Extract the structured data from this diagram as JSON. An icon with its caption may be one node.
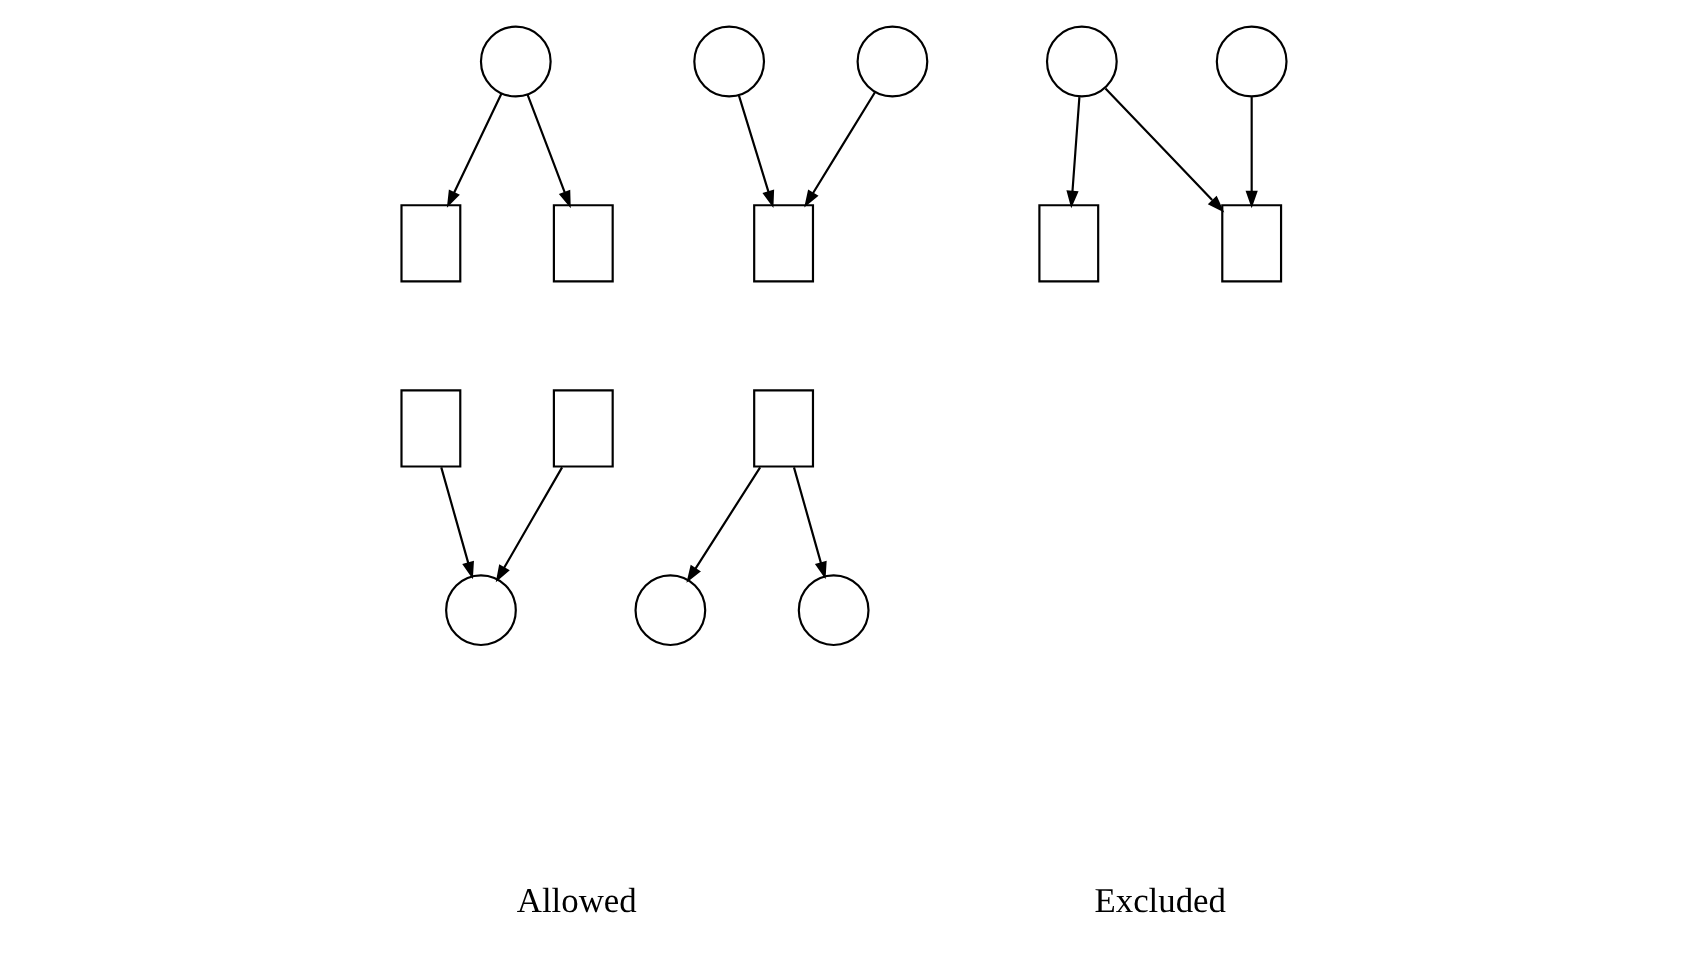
{
  "diagram": {
    "nodes": [
      {
        "text": [],
        "shape": "circle"
      },
      {
        "text": [],
        "shape": "box"
      },
      {
        "text": [],
        "shape": "box"
      },
      {
        "text": [],
        "shape": "circle"
      },
      {
        "text": [],
        "shape": "circle"
      },
      {
        "text": [],
        "shape": "box"
      },
      {
        "text": [],
        "shape": "box"
      },
      {
        "text": [],
        "shape": "box"
      },
      {
        "text": [],
        "shape": "circle"
      },
      {
        "text": [],
        "shape": "box"
      },
      {
        "text": [],
        "shape": "circle"
      },
      {
        "text": [],
        "shape": "circle"
      },
      {
        "text": [],
        "shape": "circle"
      },
      {
        "text": [],
        "shape": "circle"
      },
      {
        "text": [],
        "shape": "box"
      },
      {
        "text": [],
        "shape": "box"
      }
    ],
    "edges": [
      {
        "from": 0,
        "to": 1,
        "arrow": "to"
      },
      {
        "from": 0,
        "to": 2,
        "arrow": "to"
      },
      {
        "from": 3,
        "to": 5,
        "arrow": "to"
      },
      {
        "from": 4,
        "to": 5,
        "arrow": "to"
      },
      {
        "from": 6,
        "to": 8,
        "arrow": "to"
      },
      {
        "from": 7,
        "to": 8,
        "arrow": "to"
      },
      {
        "from": 9,
        "to": 10,
        "arrow": "to"
      },
      {
        "from": 9,
        "to": 11,
        "arrow": "to"
      },
      {
        "from": 12,
        "to": 14,
        "arrow": "to"
      },
      {
        "from": 12,
        "to": 15,
        "arrow": "to"
      },
      {
        "from": 13,
        "to": 15,
        "arrow": "to"
      }
    ],
    "labels": [
      "Allowed",
      "Excluded"
    ]
  }
}
